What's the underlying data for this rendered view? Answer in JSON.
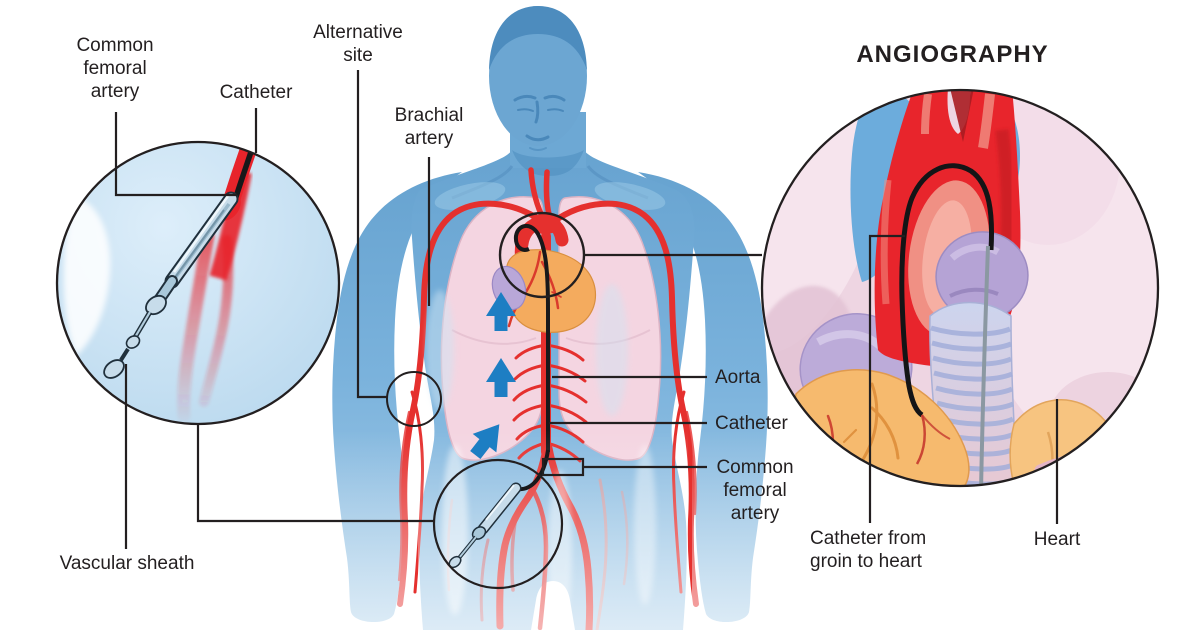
{
  "figure": {
    "title": "ANGIOGRAPHY",
    "labels": {
      "common_femoral_artery_left": "Common\nfemoral\nartery",
      "catheter_left": "Catheter",
      "alternative_site": "Alternative\nsite",
      "brachial_artery": "Brachial\nartery",
      "aorta": "Aorta",
      "catheter_right": "Catheter",
      "common_femoral_artery_right": "Common\nfemoral\nartery",
      "catheter_groin_to_heart": "Catheter from\ngroin to heart",
      "heart": "Heart",
      "vascular_sheath": "Vascular sheath"
    },
    "icons": {
      "flow_arrow": "up-arrow-icon",
      "flow_arrow_count": 3
    },
    "colors": {
      "background": "#ffffff",
      "body_blue": "#7ab2dc",
      "body_shadow_blue": "#4d8cbe",
      "artery_red": "#e5302e",
      "catheter_black": "#18181a",
      "lung_pink": "#f4d5e1",
      "heart_orange": "#f4ab5e",
      "pulmonary_purple": "#b9a7d8",
      "arrow_blue": "#1d7ec3",
      "left_inset_bg": "#cfe5f4",
      "right_inset_bg": "#eed5e2",
      "sheath_gray_blue": "#c7dcea",
      "label_text": "#231f20",
      "leader_line": "#231f20"
    }
  }
}
